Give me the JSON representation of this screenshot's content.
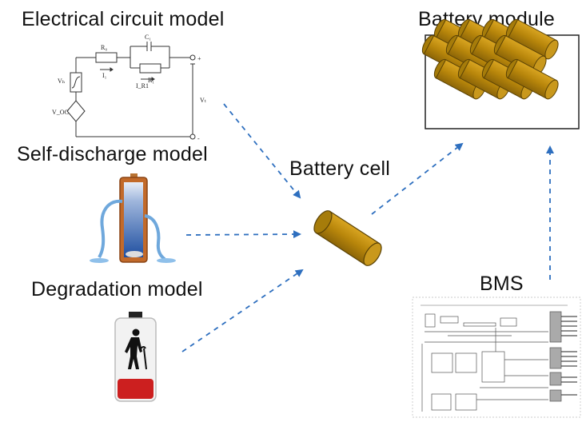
{
  "labels": {
    "electrical_circuit_model": "Electrical circuit model",
    "battery_module": "Battery module",
    "self_discharge_model": "Self-discharge model",
    "battery_cell": "Battery cell",
    "degradation_model": "Degradation model",
    "bms": "BMS"
  },
  "circuit_labels": {
    "r0": "R₀",
    "c1": "C₁",
    "r1": "R₁",
    "i1": "I₁",
    "ir1": "I_R1",
    "vh": "Vₕ",
    "voc": "V_OC",
    "vt": "Vₜ",
    "plus": "+",
    "minus": "-"
  },
  "colors": {
    "arrow": "#2e6fbf",
    "cell_gold": "#b8860b",
    "cell_dark": "#7a5a06",
    "degradation_red": "#cc1f1f"
  }
}
